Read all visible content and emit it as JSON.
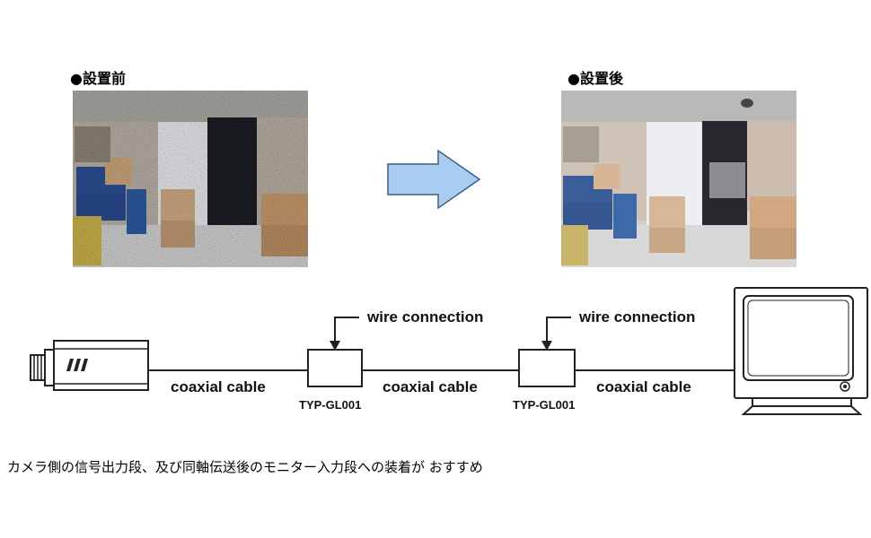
{
  "before": {
    "label": "●設置前"
  },
  "after": {
    "label": "●設置後"
  },
  "diagram": {
    "cable_labels": [
      "coaxial cable",
      "coaxial cable",
      "coaxial cable"
    ],
    "wire_labels": [
      "wire connection",
      "wire connection"
    ],
    "device_labels": [
      "TYP-GL001",
      "TYP-GL001"
    ]
  },
  "footer": {
    "text": "カメラ側の信号出力段、及び同軸伝送後のモニター入力段への装着が おすすめ"
  },
  "colors": {
    "arrow_fill": "#a9cdf0",
    "arrow_stroke": "#3a5f8a"
  }
}
